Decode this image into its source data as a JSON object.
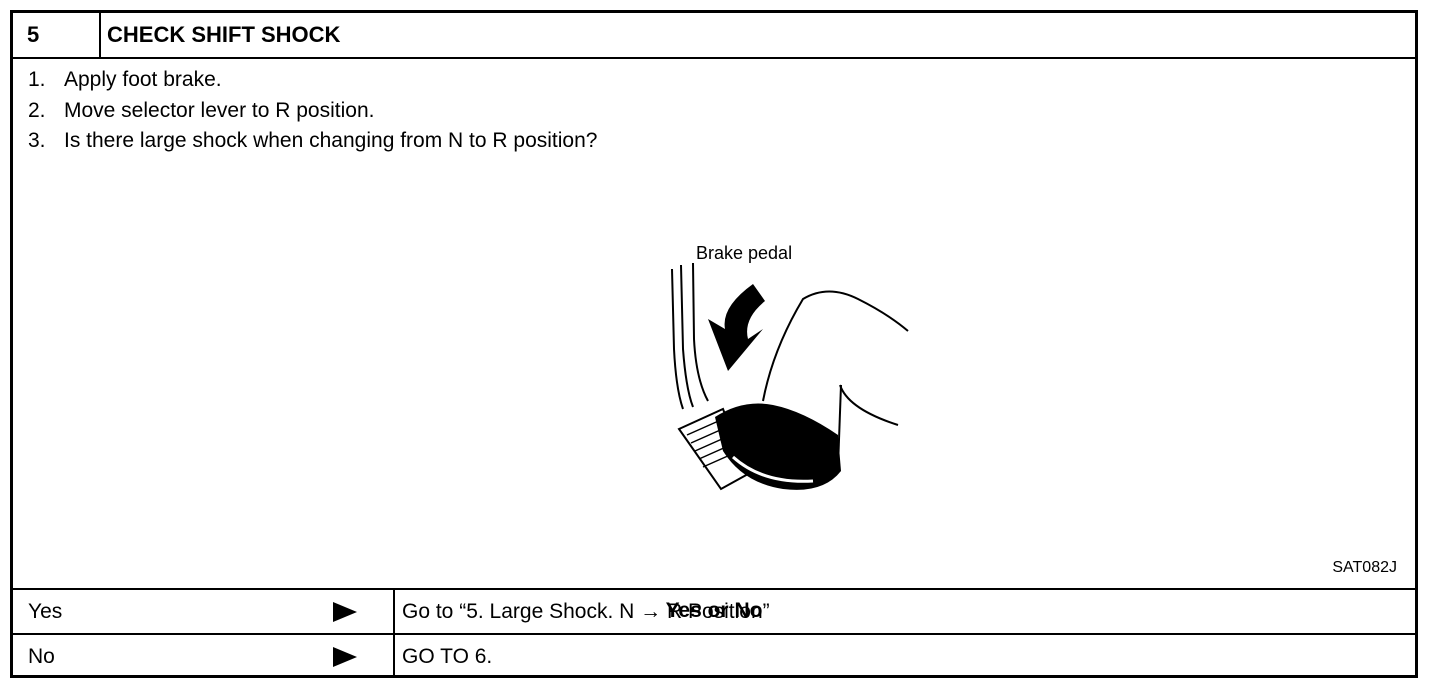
{
  "header": {
    "step_number": "5",
    "title": "CHECK SHIFT SHOCK"
  },
  "steps": [
    {
      "num": "1.",
      "text": "Apply foot brake."
    },
    {
      "num": "2.",
      "text": "Move selector lever to R position."
    },
    {
      "num": "3.",
      "text": "Is there large shock when changing from N to R position?"
    }
  ],
  "figure": {
    "label": "Brake pedal",
    "code": "SAT082J"
  },
  "question": "Yes or No",
  "answers": [
    {
      "label": "Yes",
      "action": "Go to “5. Large Shock. N → R Position”"
    },
    {
      "label": "No",
      "action": "GO TO 6."
    }
  ]
}
